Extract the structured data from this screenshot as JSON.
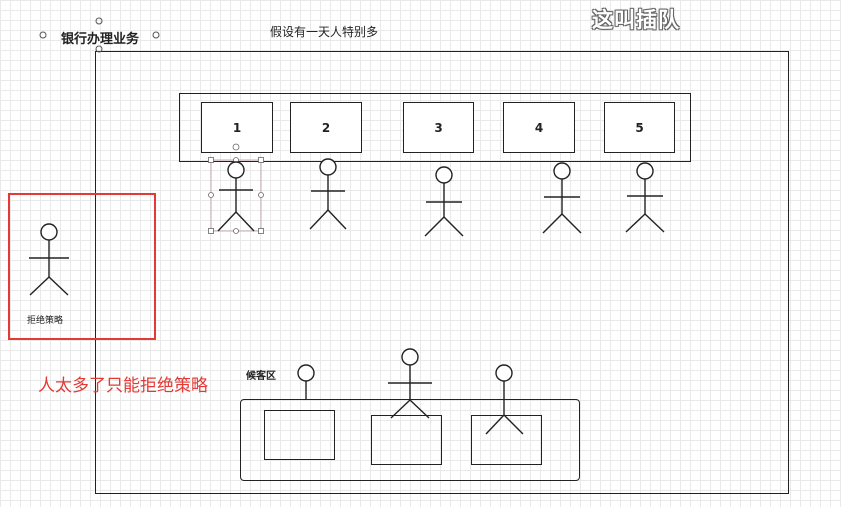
{
  "header": {
    "title": "银行办理业务",
    "note": "假设有一天人特别多",
    "overlay": "这叫插队"
  },
  "counters": [
    "1",
    "2",
    "3",
    "4",
    "5"
  ],
  "reject": {
    "figure_label": "拒绝策略",
    "comment": "人太多了只能拒绝策略"
  },
  "waiting": {
    "label": "候客区"
  },
  "colors": {
    "highlight": "#e53935",
    "selection": "#c8a8b8",
    "line": "#222222"
  }
}
